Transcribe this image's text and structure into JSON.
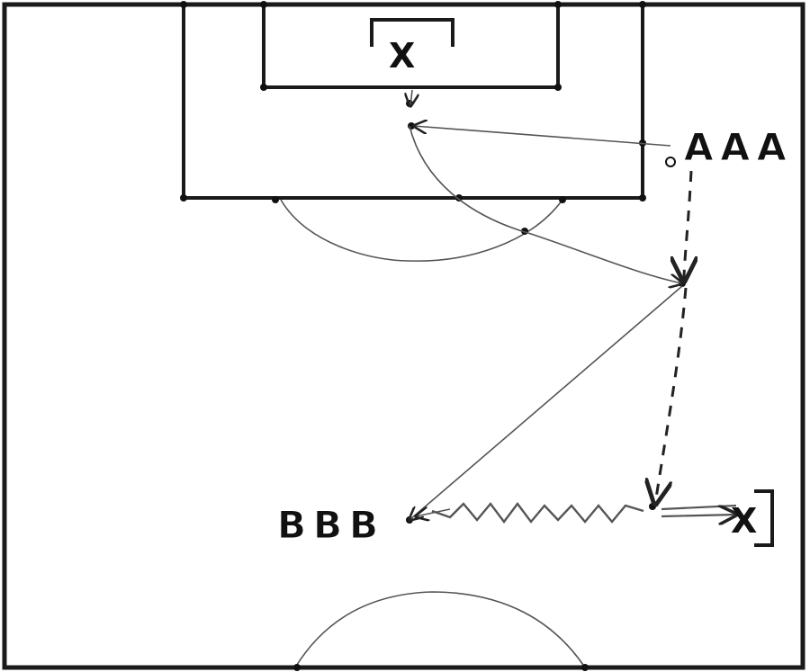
{
  "diagram": {
    "group_a_label": "AAA",
    "group_b_label": "BBB",
    "cone_top_label": "X",
    "cone_right_label": "X"
  }
}
